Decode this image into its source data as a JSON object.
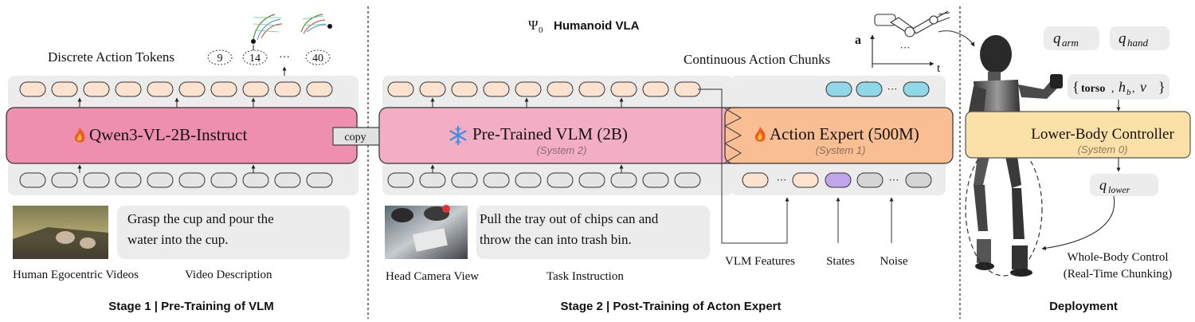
{
  "header": {
    "title_prefix": "Ψ",
    "title_sub": "0",
    "title_rest": "Humanoid VLA"
  },
  "stage1": {
    "title": "Stage 1 | Pre-Training of VLM",
    "discrete_label": "Discrete Action Tokens",
    "tokens": [
      "9",
      "14",
      "···",
      "40"
    ],
    "model_label": "Qwen3-VL-2B-Instruct",
    "model_icon": "flame-icon",
    "copy_label": "copy",
    "instruction": [
      "Grasp the cup and pour the",
      "water into the cup."
    ],
    "video_caption": "Human Egocentric Videos",
    "desc_caption": "Video Description"
  },
  "stage2": {
    "title": "Stage 2 | Post-Training of Acton Expert",
    "vlm_label": "Pre-Trained VLM (2B)",
    "vlm_icon": "snowflake-icon",
    "vlm_sub": "(System 2)",
    "continuous_label": "Continuous Action Chunks",
    "axis_y": "a",
    "axis_x": "t",
    "dots": "···",
    "expert_label": "Action Expert (500M)",
    "expert_icon": "flame-icon",
    "expert_sub": "(System 1)",
    "instruction": [
      "Pull the tray out of chips can and",
      "throw the can into trash bin."
    ],
    "camera_caption": "Head Camera View",
    "task_caption": "Task Instruction",
    "vlm_features": "VLM Features",
    "states": "States",
    "noise": "Noise"
  },
  "deployment": {
    "title": "Deployment",
    "q_arm": "q",
    "q_arm_sub": "arm",
    "q_hand": "q",
    "q_hand_sub": "hand",
    "cmd_open": "{",
    "cmd_torso": "torso",
    "cmd_h": "h",
    "cmd_h_sub": "b",
    "cmd_v": "v",
    "cmd_close": "}",
    "controller_label": "Lower-Body Controller",
    "controller_sub": "(System 0)",
    "q_lower": "q",
    "q_lower_sub": "lower",
    "wbc_line1": "Whole-Body Control",
    "wbc_line2": "(Real-Time Chunking)"
  },
  "colors": {
    "qwen_fill": "#ef8fb0",
    "vlm_fill": "#f3aec5",
    "expert_fill": "#f9bf93",
    "controller_fill": "#fbe0a8",
    "token_fill": "#fde3cf",
    "cyan_token": "#8fd8e8",
    "state_token": "#c0a5ea",
    "noise_token": "#d5d5d5",
    "panel_gray": "#ececec"
  }
}
